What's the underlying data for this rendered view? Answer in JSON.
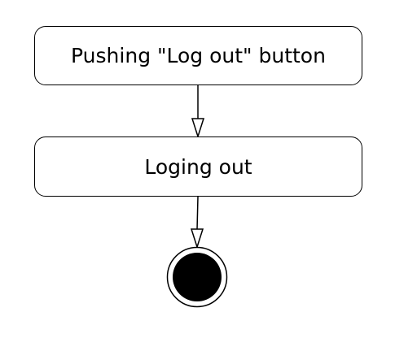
{
  "diagram": {
    "type": "activity",
    "nodes": [
      {
        "id": "n1",
        "label": "Pushing \"Log out\" button"
      },
      {
        "id": "n2",
        "label": "Loging out"
      },
      {
        "id": "end",
        "kind": "final-node"
      }
    ],
    "edges": [
      {
        "from": "n1",
        "to": "n2"
      },
      {
        "from": "n2",
        "to": "end"
      }
    ],
    "colors": {
      "stroke": "#000000",
      "fill": "#ffffff",
      "final_fill": "#000000"
    }
  }
}
